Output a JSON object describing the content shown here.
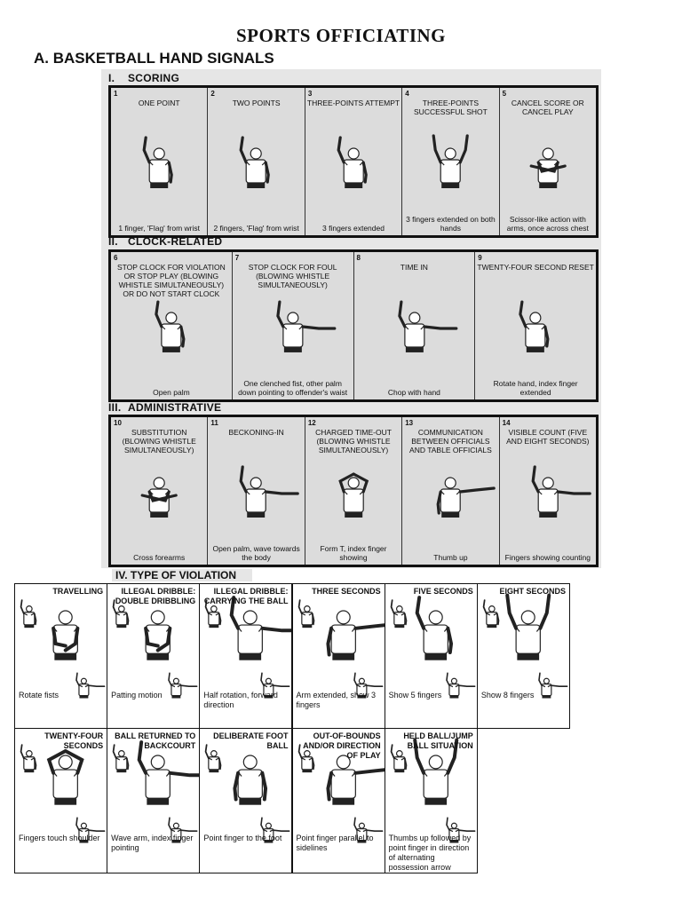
{
  "title": "SPORTS OFFICIATING",
  "subtitle": "A. BASKETBALL HAND SIGNALS",
  "sections": [
    {
      "numeral": "I.",
      "name": "SCORING",
      "signals": [
        {
          "num": "1",
          "title": "ONE POINT",
          "caption": "1 finger, 'Flag' from wrist"
        },
        {
          "num": "2",
          "title": "TWO POINTS",
          "caption": "2 fingers, 'Flag' from wrist"
        },
        {
          "num": "3",
          "title": "THREE-POINTS ATTEMPT",
          "caption": "3 fingers extended"
        },
        {
          "num": "4",
          "title": "THREE-POINTS SUCCESSFUL SHOT",
          "caption": "3 fingers extended on both hands"
        },
        {
          "num": "5",
          "title": "CANCEL SCORE OR CANCEL PLAY",
          "caption": "Scissor-like action with arms, once across chest"
        }
      ]
    },
    {
      "numeral": "II.",
      "name": "CLOCK-RELATED",
      "signals": [
        {
          "num": "6",
          "title": "STOP CLOCK FOR VIOLATION OR STOP PLAY (blowing whistle simultaneously) OR DO NOT START CLOCK",
          "caption": "Open palm"
        },
        {
          "num": "7",
          "title": "STOP CLOCK FOR FOUL (blowing whistle simultaneously)",
          "caption": "One clenched fist, other palm down pointing to offender's waist"
        },
        {
          "num": "8",
          "title": "TIME IN",
          "caption": "Chop with hand"
        },
        {
          "num": "9",
          "title": "TWENTY-FOUR SECOND RESET",
          "caption": "Rotate hand, index finger extended"
        }
      ]
    },
    {
      "numeral": "III.",
      "name": "ADMINISTRATIVE",
      "signals": [
        {
          "num": "10",
          "title": "SUBSTITUTION (blowing whistle simultaneously)",
          "caption": "Cross forearms"
        },
        {
          "num": "11",
          "title": "BECKONING-IN",
          "caption": "Open palm, wave towards the body"
        },
        {
          "num": "12",
          "title": "CHARGED TIME-OUT (blowing whistle simultaneously)",
          "caption": "Form T, index finger showing"
        },
        {
          "num": "13",
          "title": "COMMUNICATION BETWEEN OFFICIALS AND TABLE OFFICIALS",
          "caption": "Thumb up"
        },
        {
          "num": "14",
          "title": "VISIBLE COUNT (Five and eight seconds)",
          "caption": "Fingers showing counting"
        }
      ]
    }
  ],
  "violations": {
    "numeral": "IV.",
    "name": "TYPE OF VIOLATION",
    "rows": [
      [
        {
          "title": "TRAVELLING",
          "caption": "Rotate fists"
        },
        {
          "title": "ILLEGAL DRIBBLE: DOUBLE DRIBBLING",
          "caption": "Patting motion"
        },
        {
          "title": "ILLEGAL DRIBBLE: CARRYING THE BALL",
          "caption": "Half rotation, forward direction"
        },
        {
          "title": "THREE SECONDS",
          "caption": "Arm extended, show 3 fingers"
        },
        {
          "title": "FIVE SECONDS",
          "caption": "Show 5 fingers"
        },
        {
          "title": "EIGHT SECONDS",
          "caption": "Show 8 fingers"
        }
      ],
      [
        {
          "title": "TWENTY-FOUR SECONDS",
          "caption": "Fingers touch shoulder"
        },
        {
          "title": "BALL RETURNED TO BACKCOURT",
          "caption": "Wave arm, index finger pointing"
        },
        {
          "title": "DELIBERATE FOOT BALL",
          "caption": "Point finger to the foot"
        },
        {
          "title": "OUT-OF-BOUNDS AND/OR DIRECTION OF PLAY",
          "caption": "Point finger parallel to sidelines"
        },
        {
          "title": "HELD BALL/JUMP BALL SITUATION",
          "caption": "Thumbs up followed by point finger in direction of alternating possession arrow"
        }
      ]
    ]
  }
}
